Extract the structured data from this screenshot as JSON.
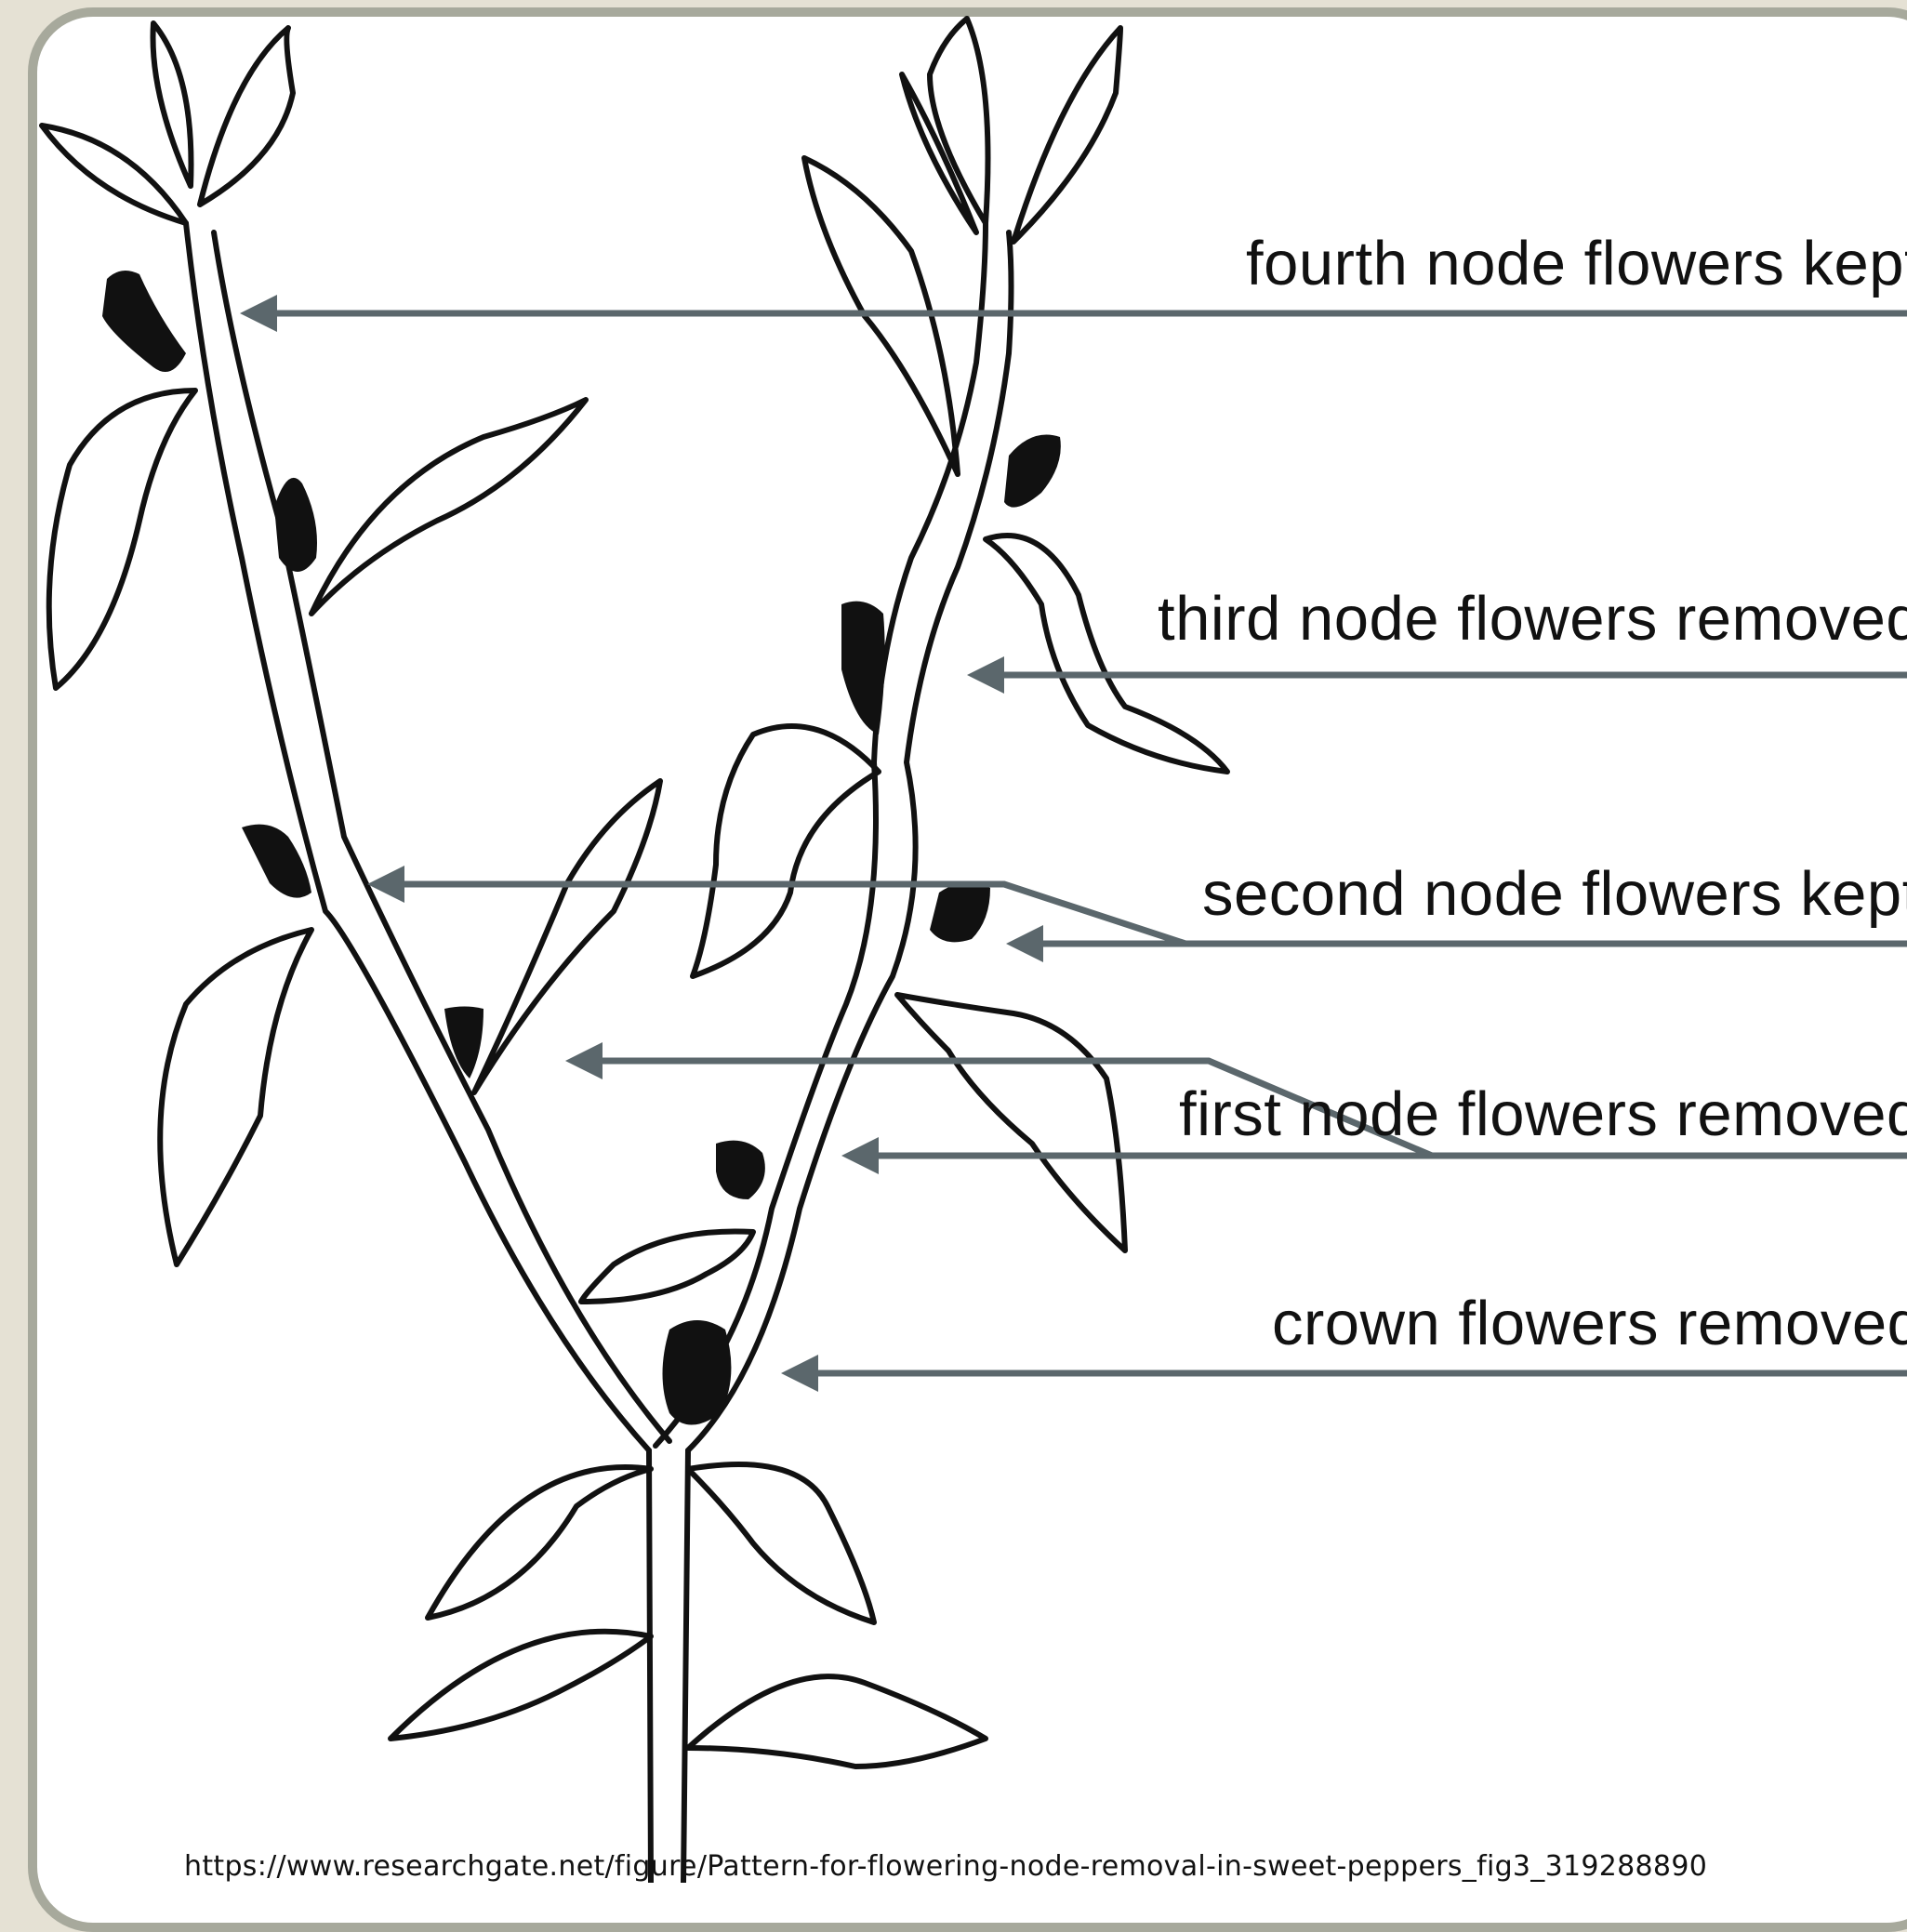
{
  "labels": {
    "fourth": "fourth node flowers kept",
    "third": "third node flowers removed",
    "second": "second node flowers kept",
    "first": "first node flowers removed",
    "crown": "crown flowers removed"
  },
  "source_url": "https://www.researchgate.net/figure/Pattern-for-flowering-node-removal-in-sweet-peppers_fig3_319288890",
  "colors": {
    "arrow": "#5b676c",
    "ink": "#111111",
    "background": "#e5e1d4",
    "card_border": "#a7a99c"
  }
}
